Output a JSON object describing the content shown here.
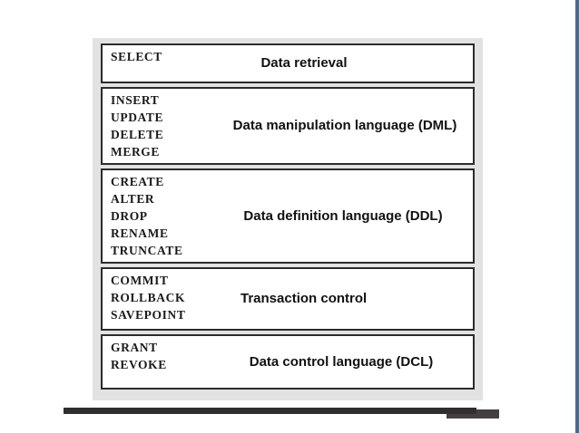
{
  "slide": {
    "panel_background": "#e2e2e2",
    "page_background": "#ffffff",
    "border_color": "#2b2b2b",
    "accent_stripe_color": "#51688f",
    "footer_bar_color": "#2e2e2e"
  },
  "table": {
    "rows": [
      {
        "id": "retrieval",
        "keywords": [
          "SELECT"
        ],
        "description": "Data retrieval"
      },
      {
        "id": "dml",
        "keywords": [
          "INSERT",
          "UPDATE",
          "DELETE",
          "MERGE"
        ],
        "description": "Data manipulation language (DML)"
      },
      {
        "id": "ddl",
        "keywords": [
          "CREATE",
          "ALTER",
          "DROP",
          "RENAME",
          "TRUNCATE"
        ],
        "description": "Data definition language (DDL)"
      },
      {
        "id": "tcl",
        "keywords": [
          "COMMIT",
          "ROLLBACK",
          "SAVEPOINT"
        ],
        "description": "Transaction control"
      },
      {
        "id": "dcl",
        "keywords": [
          "GRANT",
          "REVOKE"
        ],
        "description": "Data control language (DCL)"
      }
    ]
  }
}
